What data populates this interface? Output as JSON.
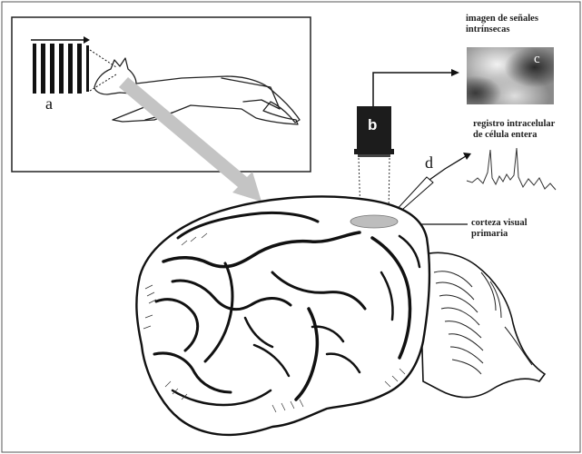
{
  "labels": {
    "a": "a",
    "b": "b",
    "c": "c",
    "d": "d",
    "signal_image_line1": "imagen de señales",
    "signal_image_line2": "intrínsecas",
    "recording_line1": "registro intracelular",
    "recording_line2": "de célula entera",
    "cortex_line1": "corteza visual",
    "cortex_line2": "primaria"
  },
  "colors": {
    "outline": "#1a1a1a",
    "big_arrow": "#c4c4c4",
    "cortex_region": "#bdbdbd",
    "camera": "#1c1c1c"
  }
}
